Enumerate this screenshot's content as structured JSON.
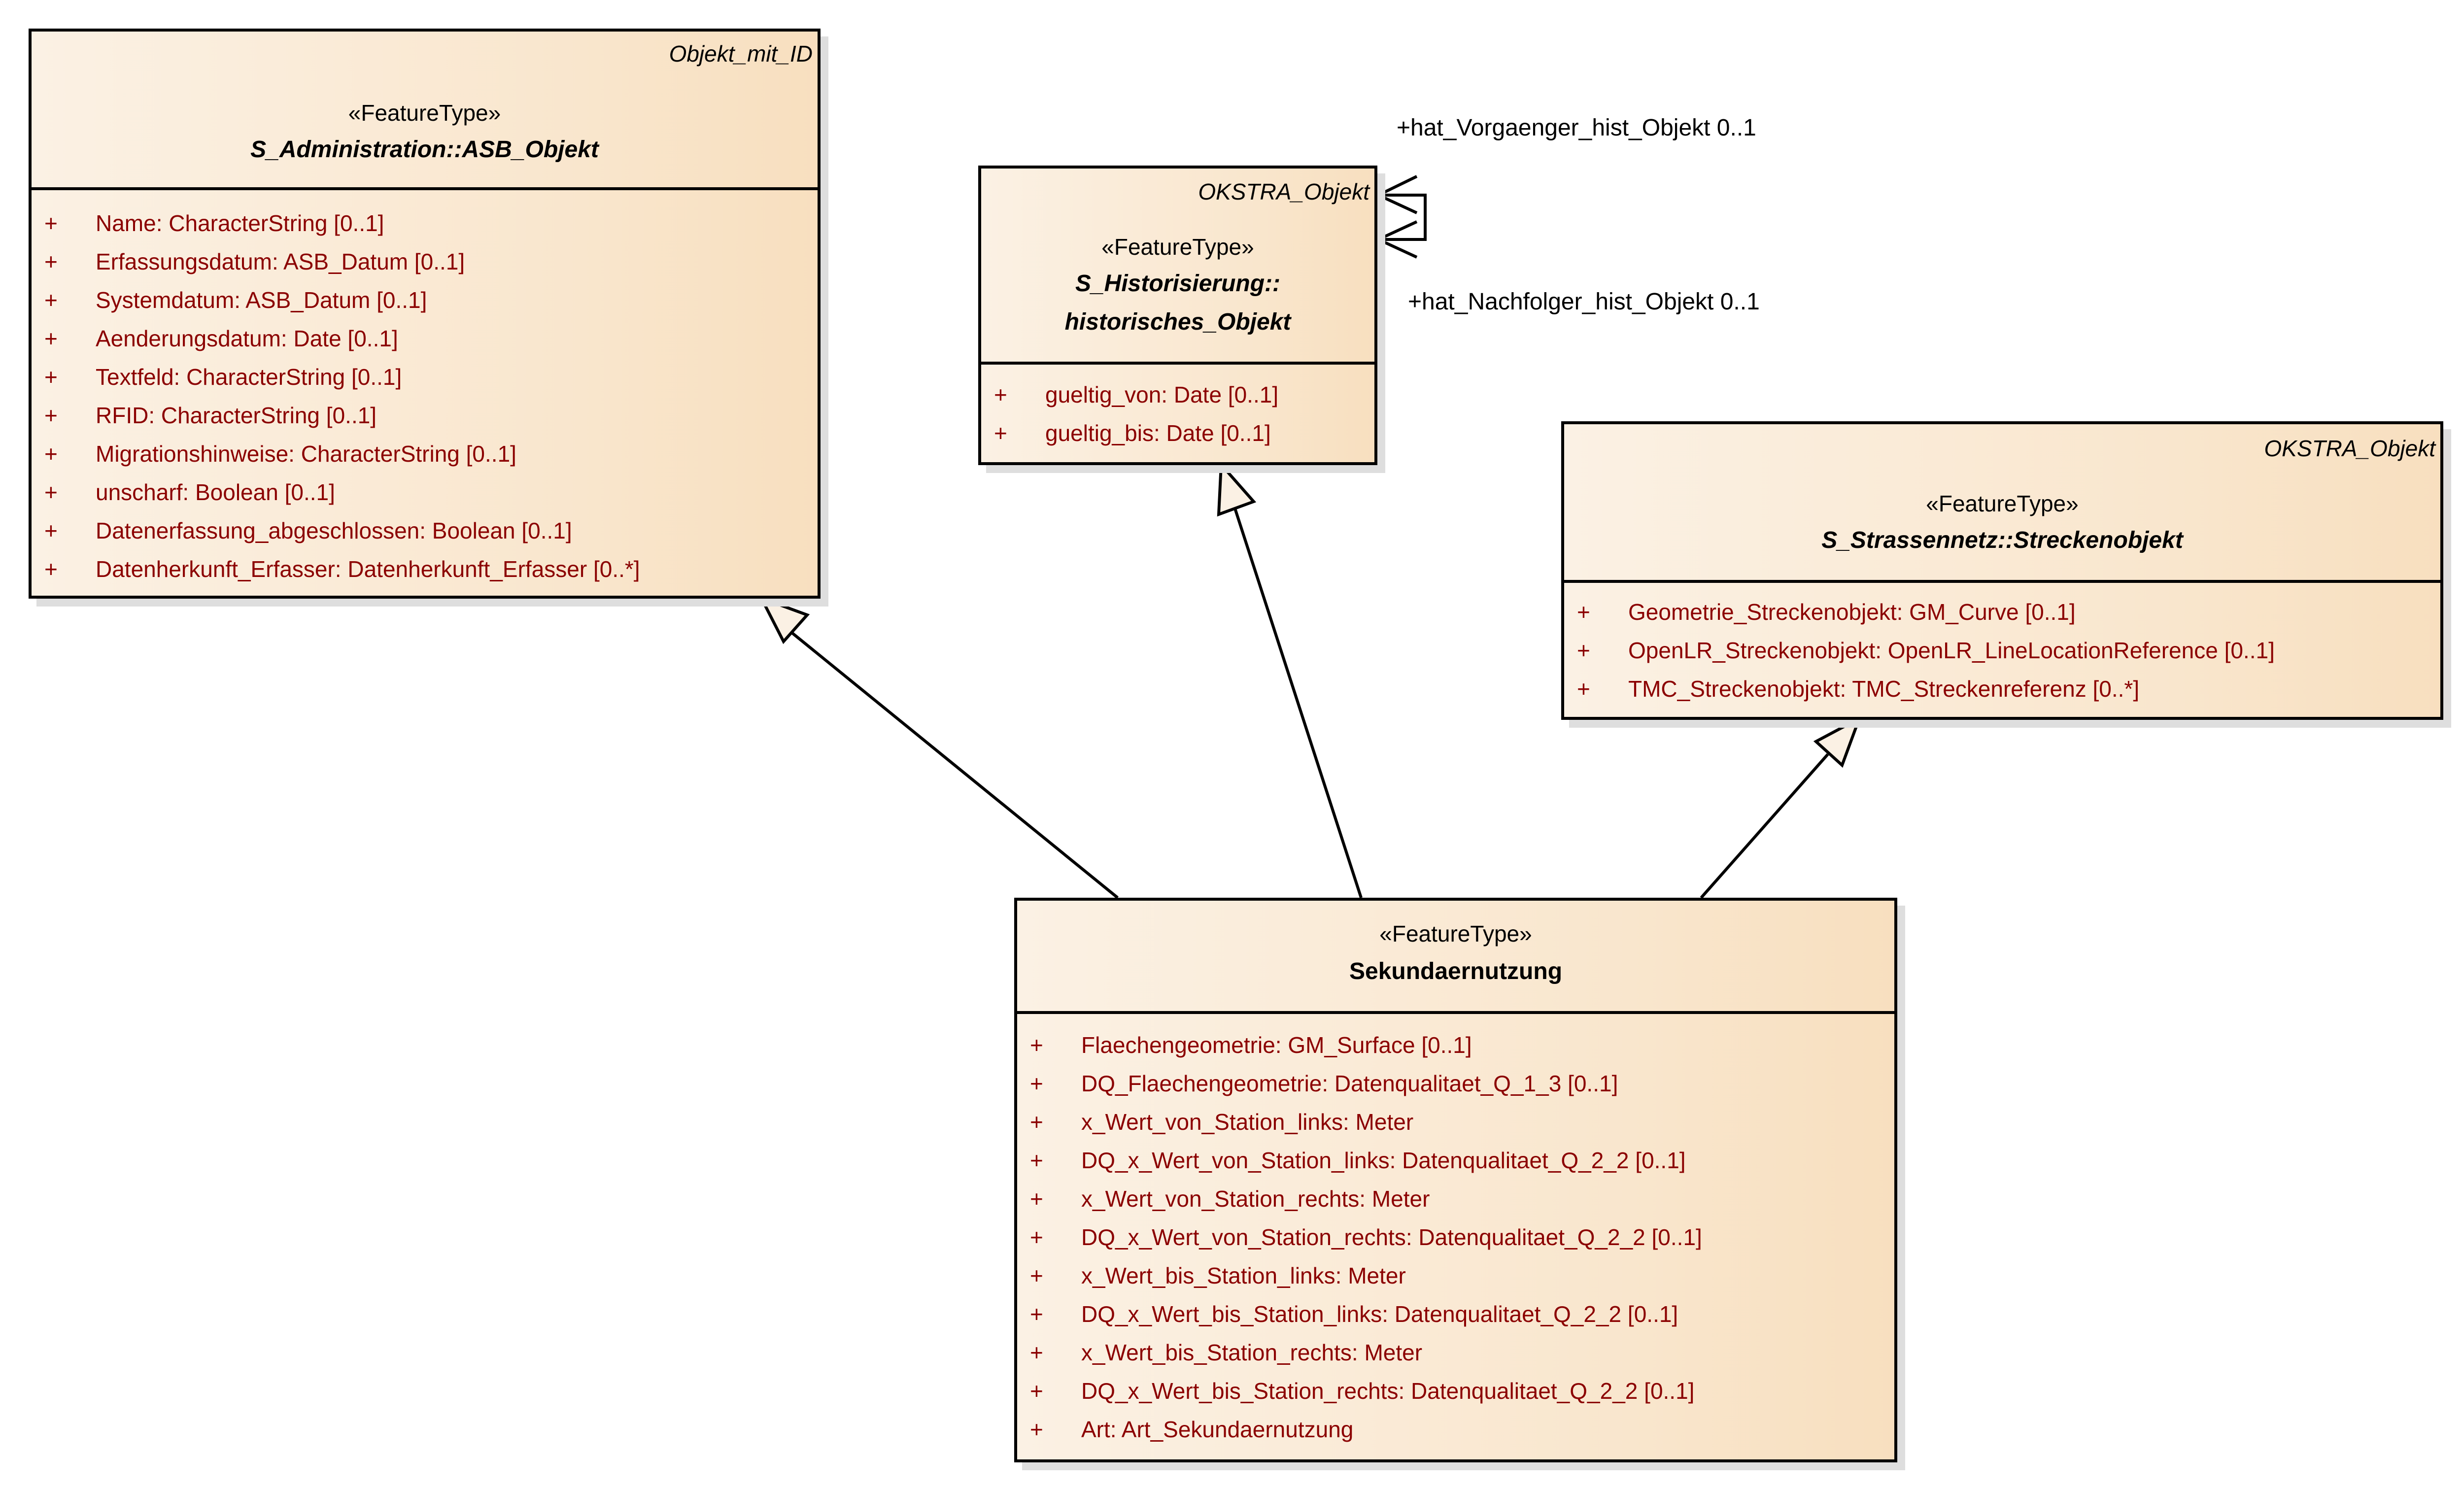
{
  "diagram": {
    "type": "UML class diagram",
    "colors": {
      "fill_left": "#fbf1e4",
      "fill_right": "#f8dfbf",
      "border": "#000000",
      "attribute_text": "#8b0000",
      "shadow": "#dedede"
    },
    "classes": {
      "asb_objekt": {
        "parent": "Objekt_mit_ID",
        "stereotype": "«FeatureType»",
        "name": "S_Administration::ASB_Objekt",
        "abstract": true,
        "attributes": [
          {
            "visibility": "+",
            "text": "Name: CharacterString [0..1]"
          },
          {
            "visibility": "+",
            "text": "Erfassungsdatum: ASB_Datum [0..1]"
          },
          {
            "visibility": "+",
            "text": "Systemdatum: ASB_Datum [0..1]"
          },
          {
            "visibility": "+",
            "text": "Aenderungsdatum: Date [0..1]"
          },
          {
            "visibility": "+",
            "text": "Textfeld: CharacterString [0..1]"
          },
          {
            "visibility": "+",
            "text": "RFID: CharacterString [0..1]"
          },
          {
            "visibility": "+",
            "text": "Migrationshinweise: CharacterString [0..1]"
          },
          {
            "visibility": "+",
            "text": "unscharf: Boolean [0..1]"
          },
          {
            "visibility": "+",
            "text": "Datenerfassung_abgeschlossen: Boolean [0..1]"
          },
          {
            "visibility": "+",
            "text": "Datenherkunft_Erfasser: Datenherkunft_Erfasser [0..*]"
          }
        ]
      },
      "historisches_objekt": {
        "parent": "OKSTRA_Objekt",
        "stereotype": "«FeatureType»",
        "name_line1": "S_Historisierung::",
        "name_line2": "historisches_Objekt",
        "abstract": true,
        "attributes": [
          {
            "visibility": "+",
            "text": "gueltig_von: Date [0..1]"
          },
          {
            "visibility": "+",
            "text": "gueltig_bis: Date [0..1]"
          }
        ]
      },
      "streckenobjekt": {
        "parent": "OKSTRA_Objekt",
        "stereotype": "«FeatureType»",
        "name": "S_Strassennetz::Streckenobjekt",
        "abstract": true,
        "attributes": [
          {
            "visibility": "+",
            "text": "Geometrie_Streckenobjekt: GM_Curve [0..1]"
          },
          {
            "visibility": "+",
            "text": "OpenLR_Streckenobjekt: OpenLR_LineLocationReference [0..1]"
          },
          {
            "visibility": "+",
            "text": "TMC_Streckenobjekt: TMC_Streckenreferenz [0..*]"
          }
        ]
      },
      "sekundaernutzung": {
        "stereotype": "«FeatureType»",
        "name": "Sekundaernutzung",
        "abstract": false,
        "attributes": [
          {
            "visibility": "+",
            "text": "Flaechengeometrie: GM_Surface [0..1]"
          },
          {
            "visibility": "+",
            "text": "DQ_Flaechengeometrie: Datenqualitaet_Q_1_3 [0..1]"
          },
          {
            "visibility": "+",
            "text": "x_Wert_von_Station_links: Meter"
          },
          {
            "visibility": "+",
            "text": "DQ_x_Wert_von_Station_links: Datenqualitaet_Q_2_2 [0..1]"
          },
          {
            "visibility": "+",
            "text": "x_Wert_von_Station_rechts: Meter"
          },
          {
            "visibility": "+",
            "text": "DQ_x_Wert_von_Station_rechts: Datenqualitaet_Q_2_2 [0..1]"
          },
          {
            "visibility": "+",
            "text": "x_Wert_bis_Station_links: Meter"
          },
          {
            "visibility": "+",
            "text": "DQ_x_Wert_bis_Station_links: Datenqualitaet_Q_2_2 [0..1]"
          },
          {
            "visibility": "+",
            "text": "x_Wert_bis_Station_rechts: Meter"
          },
          {
            "visibility": "+",
            "text": "DQ_x_Wert_bis_Station_rechts: Datenqualitaet_Q_2_2 [0..1]"
          },
          {
            "visibility": "+",
            "text": "Art: Art_Sekundaernutzung"
          }
        ]
      }
    },
    "relationships": [
      {
        "type": "generalization",
        "from": "Sekundaernutzung",
        "to": "S_Administration::ASB_Objekt"
      },
      {
        "type": "generalization",
        "from": "Sekundaernutzung",
        "to": "S_Historisierung::historisches_Objekt"
      },
      {
        "type": "generalization",
        "from": "Sekundaernutzung",
        "to": "S_Strassennetz::Streckenobjekt"
      },
      {
        "type": "self-association",
        "class": "S_Historisierung::historisches_Objekt",
        "roles": [
          "+hat_Vorgaenger_hist_Objekt 0..1",
          "+hat_Nachfolger_hist_Objekt 0..1"
        ]
      }
    ],
    "role_labels": {
      "vorgaenger": "+hat_Vorgaenger_hist_Objekt 0..1",
      "nachfolger": "+hat_Nachfolger_hist_Objekt 0..1"
    }
  }
}
